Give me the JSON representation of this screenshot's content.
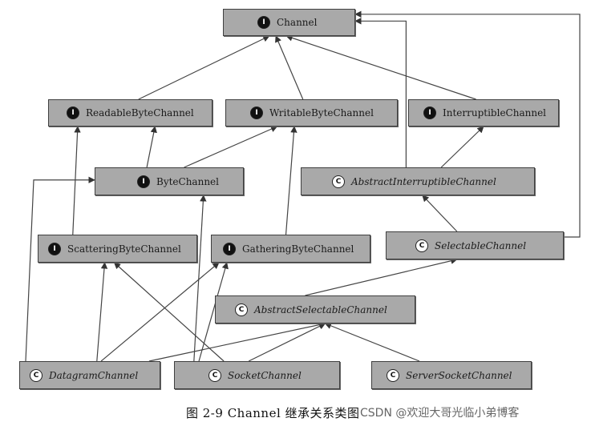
{
  "nodes": {
    "channel": {
      "label": "Channel",
      "icon": "interface-icon",
      "italic": false
    },
    "readable": {
      "label": "ReadableByteChannel",
      "icon": "interface-icon",
      "italic": false
    },
    "writable": {
      "label": "WritableByteChannel",
      "icon": "interface-icon",
      "italic": false
    },
    "interruptible": {
      "label": "InterruptibleChannel",
      "icon": "interface-icon",
      "italic": false
    },
    "bytechannel": {
      "label": "ByteChannel",
      "icon": "interface-icon",
      "italic": false
    },
    "abstractinterruptible": {
      "label": "AbstractInterruptibleChannel",
      "icon": "abstract-class-icon",
      "italic": true
    },
    "scattering": {
      "label": "ScatteringByteChannel",
      "icon": "interface-icon",
      "italic": false
    },
    "gathering": {
      "label": "GatheringByteChannel",
      "icon": "interface-icon",
      "italic": false
    },
    "selectable": {
      "label": "SelectableChannel",
      "icon": "abstract-class-icon",
      "italic": true
    },
    "abstractselectable": {
      "label": "AbstractSelectableChannel",
      "icon": "abstract-class-icon",
      "italic": true
    },
    "datagram": {
      "label": "DatagramChannel",
      "icon": "abstract-class-icon",
      "italic": true
    },
    "socket": {
      "label": "SocketChannel",
      "icon": "abstract-class-icon",
      "italic": true
    },
    "serversocket": {
      "label": "ServerSocketChannel",
      "icon": "abstract-class-icon",
      "italic": true
    }
  },
  "edges": [
    [
      "readable",
      "channel"
    ],
    [
      "writable",
      "channel"
    ],
    [
      "interruptible",
      "channel"
    ],
    [
      "bytechannel",
      "readable"
    ],
    [
      "bytechannel",
      "writable"
    ],
    [
      "abstractinterruptible",
      "channel"
    ],
    [
      "abstractinterruptible",
      "interruptible"
    ],
    [
      "scattering",
      "readable"
    ],
    [
      "gathering",
      "writable"
    ],
    [
      "selectable",
      "abstractinterruptible"
    ],
    [
      "selectable",
      "channel"
    ],
    [
      "abstractselectable",
      "selectable"
    ],
    [
      "datagram",
      "bytechannel"
    ],
    [
      "datagram",
      "scattering"
    ],
    [
      "datagram",
      "gathering"
    ],
    [
      "datagram",
      "abstractselectable"
    ],
    [
      "socket",
      "bytechannel"
    ],
    [
      "socket",
      "scattering"
    ],
    [
      "socket",
      "gathering"
    ],
    [
      "socket",
      "abstractselectable"
    ],
    [
      "serversocket",
      "abstractselectable"
    ]
  ],
  "caption": "图 2-9    Channel 继承关系类图",
  "watermark": "CSDN @欢迎大哥光临小弟博客"
}
